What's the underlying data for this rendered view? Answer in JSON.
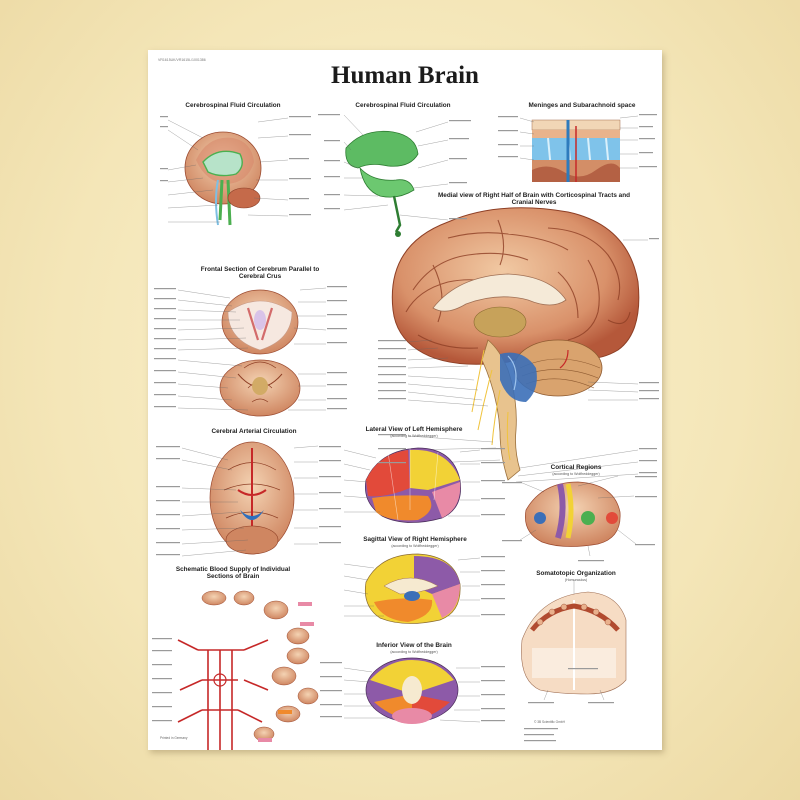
{
  "poster": {
    "title": "Human Brain",
    "code": "VR1615UK/VR1615L/1001386",
    "printed": "Printed in Germany",
    "publisher": "© 3B Scientific GmbH"
  },
  "sections": {
    "csf_left": "Cerebrospinal Fluid Circulation",
    "csf_right": "Cerebrospinal Fluid Circulation",
    "meninges": "Meninges and Subarachnoid space",
    "medial_view": "Medial view of Right Half of Brain with Corticospinal Tracts and Cranial Nerves",
    "frontal_section": "Frontal Section of Cerebrum Parallel to Cerebral Crus",
    "cerebral_arterial": "Cerebral Arterial Circulation",
    "lateral_left": "Lateral View of Left Hemisphere",
    "lateral_left_sub": "(according to Wolfheddegger)",
    "cortical_regions": "Cortical Regions",
    "cortical_regions_sub": "(according to Wolfheddegger)",
    "blood_supply": "Schematic Blood Supply of Individual Sections of Brain",
    "sagittal_right": "Sagittal View of Right Hemisphere",
    "sagittal_right_sub": "(according to Wolfheddegger)",
    "somatotopic": "Somatotopic Organization",
    "somatotopic_sub": "(Homunculus)",
    "inferior_view": "Inferior View of the Brain",
    "inferior_view_sub": "(according to Wolfheddegger)"
  },
  "colors": {
    "background": "#f4e6b8",
    "paper": "#ffffff",
    "brain_tan": "#e8b88f",
    "brain_red": "#b14a2f",
    "csf_green": "#4caf50",
    "frontal_yellow": "#f2d236",
    "parietal_purple": "#8d5aa8",
    "occipital_pink": "#e88aa6",
    "temporal_orange": "#f08a2c",
    "brainstem_blue": "#3b6fb8"
  }
}
